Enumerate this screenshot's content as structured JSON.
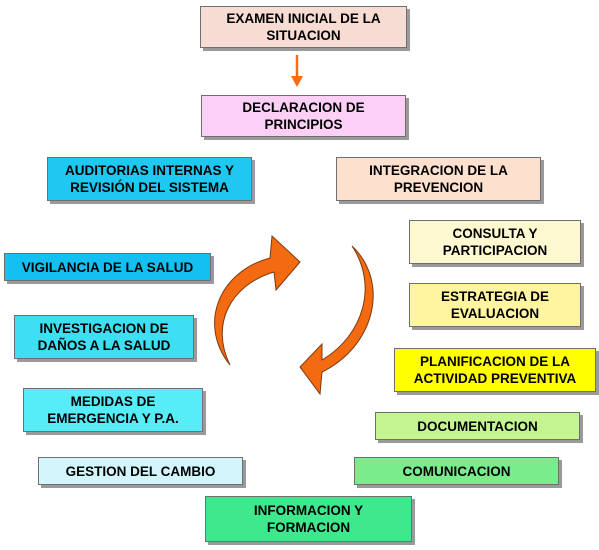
{
  "boxes": {
    "examen": "EXAMEN INICIAL DE LA\nSITUACION",
    "declaracion": "DECLARACION DE\nPRINCIPIOS",
    "auditorias": "AUDITORIAS INTERNAS Y\nREVISIÓN DEL SISTEMA",
    "integracion": "INTEGRACION DE LA\nPREVENCION",
    "consulta": "CONSULTA Y\nPARTICIPACION",
    "vigilancia": "VIGILANCIA DE LA SALUD",
    "estrategia": "ESTRATEGIA DE\nEVALUACION",
    "investigacion": "INVESTIGACION DE\nDAÑOS A LA SALUD",
    "planificacion": "PLANIFICACION DE LA\nACTIVIDAD PREVENTIVA",
    "medidas": "MEDIDAS DE\nEMERGENCIA Y P.A.",
    "documentacion": "DOCUMENTACION",
    "gestion": "GESTION DEL CAMBIO",
    "comunicacion": "COMUNICACION",
    "informacion": "INFORMACION Y\nFORMACION"
  },
  "colors": {
    "examen": "#f6dcd2",
    "declaracion": "#fcd0f6",
    "auditorias": "#1ec8f0",
    "integracion": "#fde0ce",
    "consulta": "#fef8d0",
    "vigilancia": "#14c0f2",
    "estrategia": "#fff4a0",
    "investigacion": "#3de0f2",
    "planificacion": "#ffff00",
    "medidas": "#56ecf8",
    "documentacion": "#c4f592",
    "gestion": "#d2f6fc",
    "comunicacion": "#7aec8c",
    "informacion": "#3ee88c",
    "arrow": "#ff6a10",
    "cycle": "#f46a10"
  }
}
